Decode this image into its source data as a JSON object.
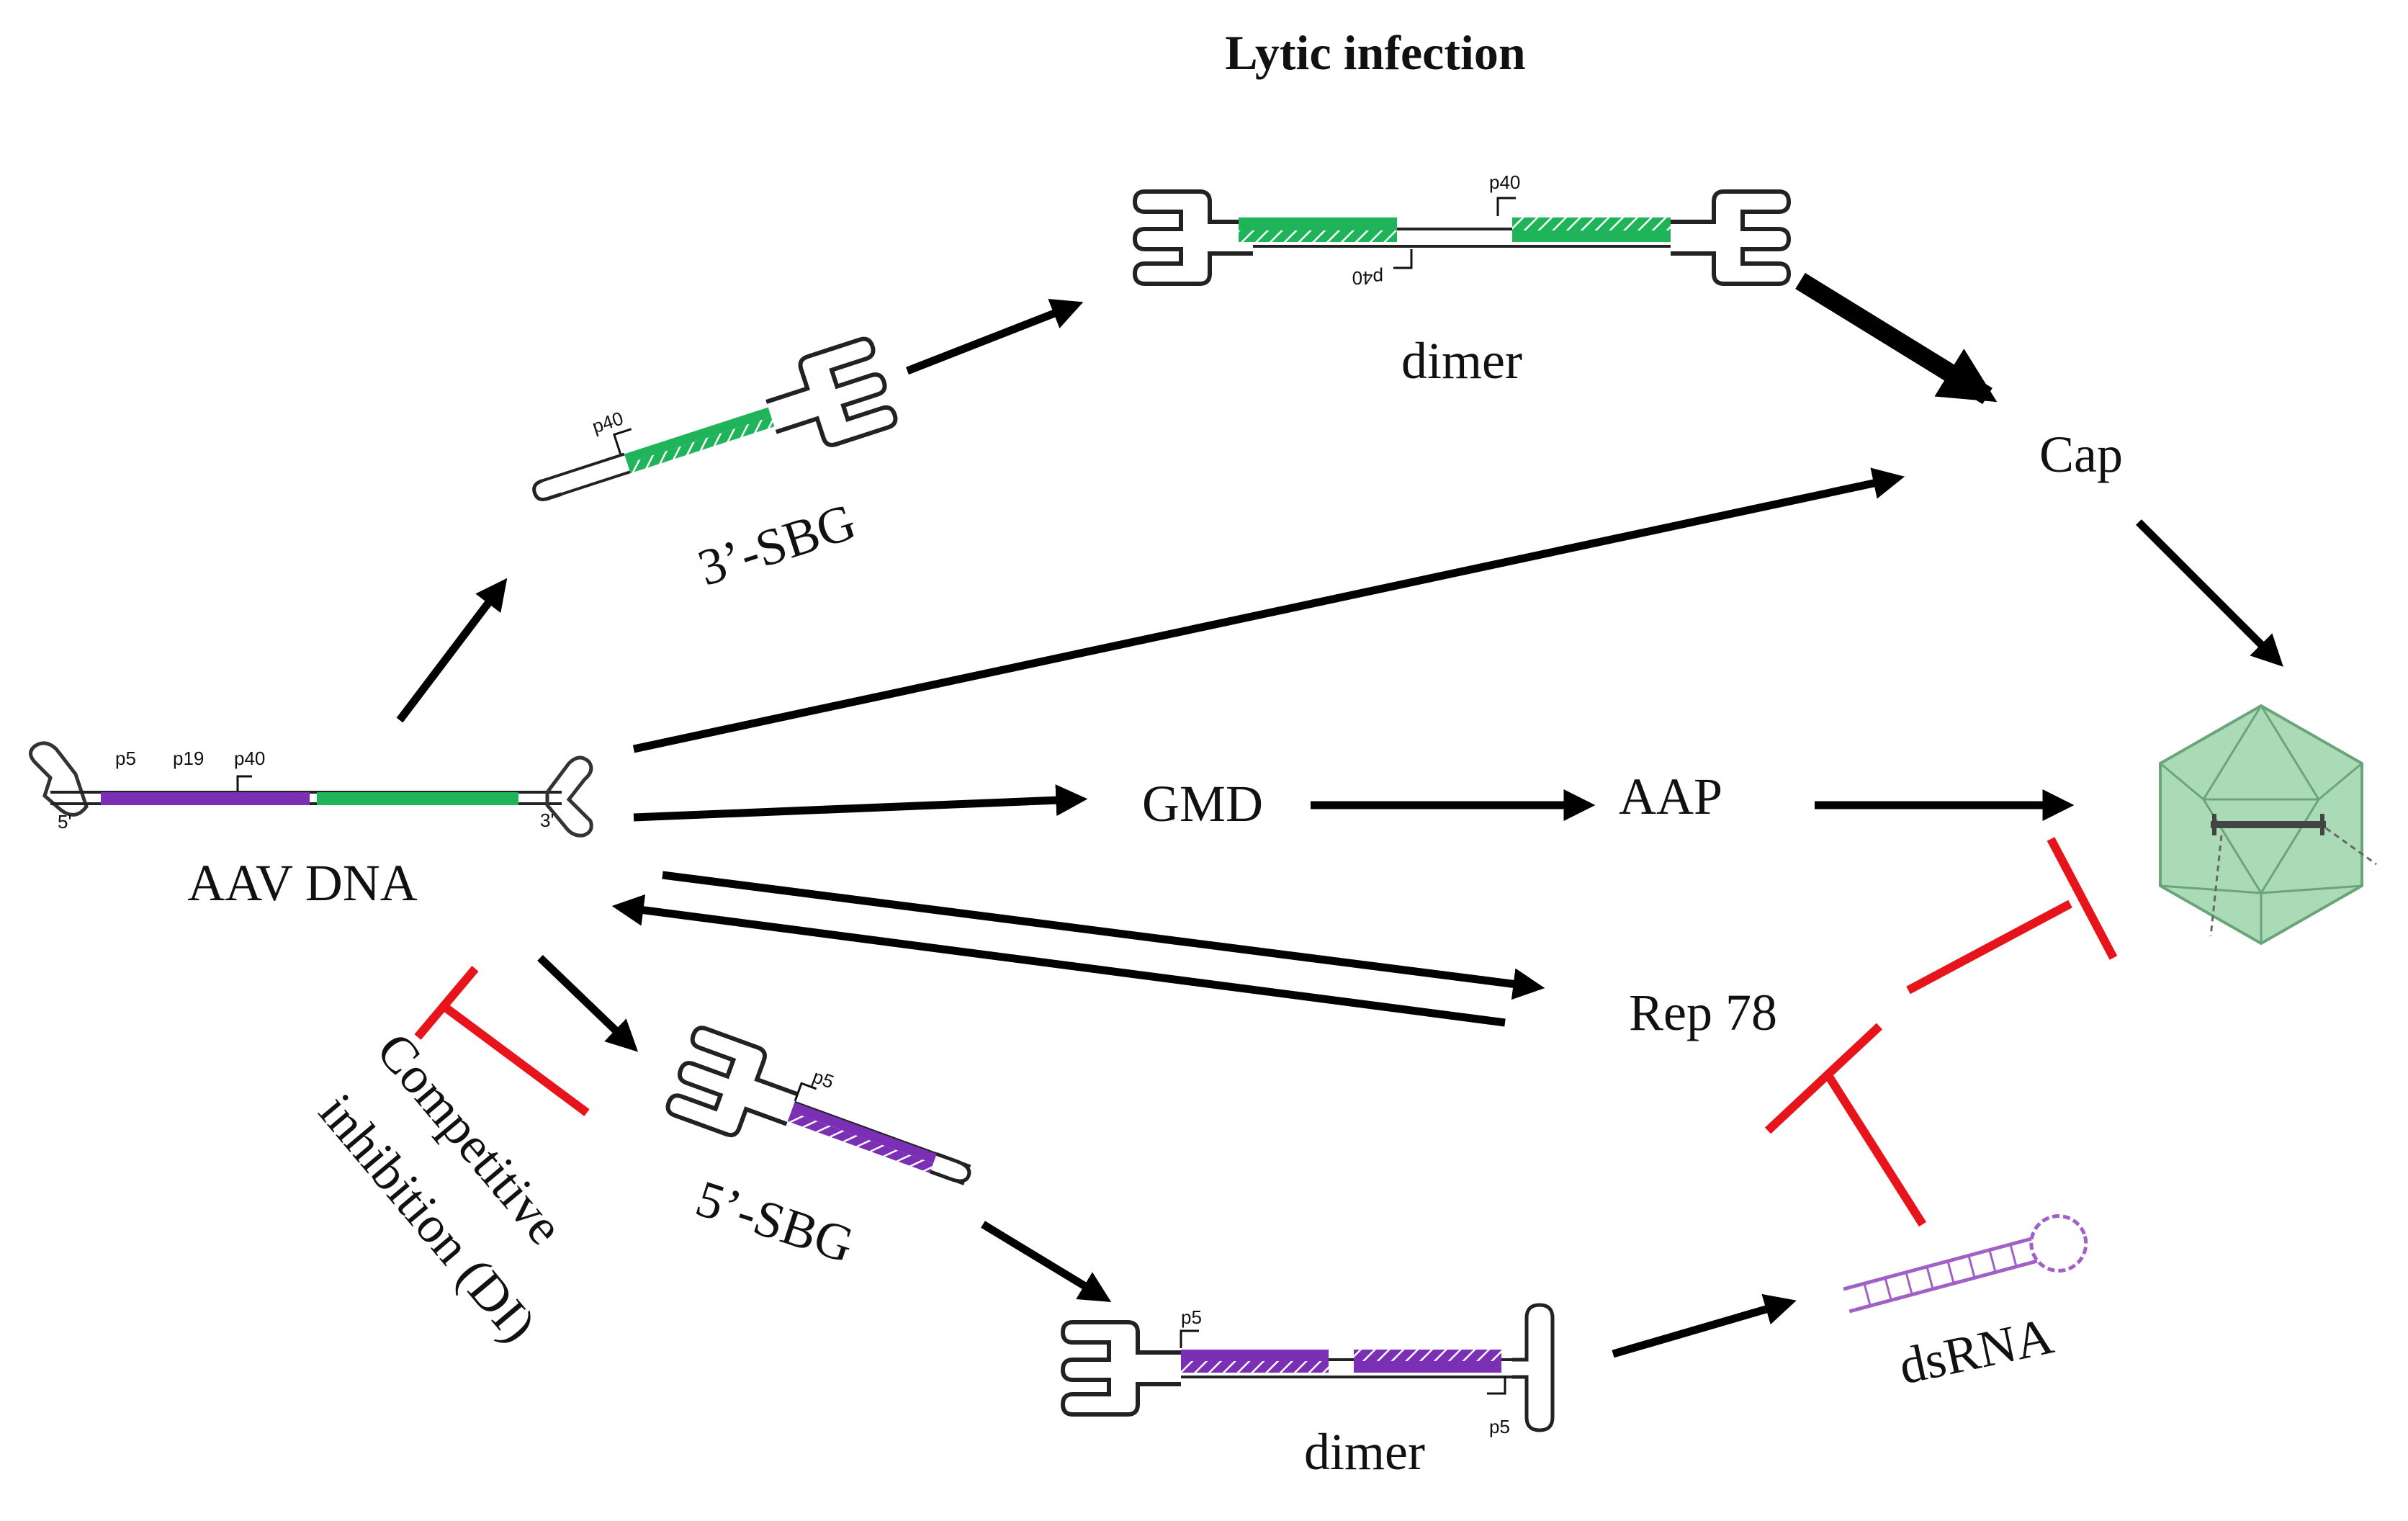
{
  "title": "Lytic infection",
  "colors": {
    "rep_purple": "#7b2fb5",
    "cap_green": "#1fb35a",
    "inhibit_red": "#e8141b",
    "arrow_black": "#000000",
    "capsid_green": "#8fcf9e",
    "dsrna_purple": "#a060c8"
  },
  "nodes": {
    "aav_dna": {
      "label": "AAV DNA",
      "promoter_labels": [
        "p5",
        "p19",
        "p40"
      ],
      "end_5": "5'",
      "end_3": "3'"
    },
    "sbg3": {
      "label": "3’-SBG",
      "promoter": "p40"
    },
    "dimer_top": {
      "label": "dimer",
      "promoter_top": "p40",
      "promoter_bottom": "p40"
    },
    "cap": {
      "label": "Cap"
    },
    "gmd": {
      "label": "GMD"
    },
    "aap": {
      "label": "AAP"
    },
    "rep78": {
      "label": "Rep 78"
    },
    "sbg5": {
      "label": "5’-SBG",
      "promoter": "p5"
    },
    "dimer_bottom": {
      "label": "dimer",
      "promoter_top": "p5",
      "promoter_bottom": "p5"
    },
    "dsrna": {
      "label": "dsRNA"
    },
    "competitive": {
      "line1": "Competitive",
      "line2": "inhibition (DI)"
    },
    "capsid": {
      "icon": "icosahedral-capsid-icon"
    }
  }
}
